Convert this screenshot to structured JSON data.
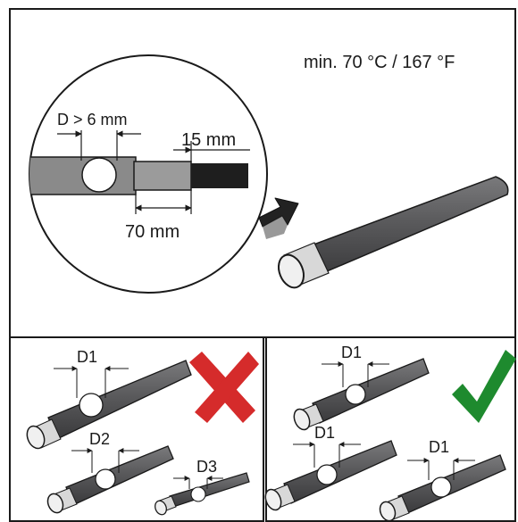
{
  "top_panel": {
    "temperature": "min. 70 °C / 167 °F",
    "detail": {
      "diameter": "D > 6 mm",
      "strip_short": "15 mm",
      "strip_long": "70 mm"
    }
  },
  "wrong_panel": {
    "labels": [
      "D1",
      "D2",
      "D3"
    ],
    "mark_icon": "red-cross-icon"
  },
  "right_panel": {
    "labels": [
      "D1",
      "D1",
      "D1"
    ],
    "mark_icon": "green-check-icon"
  },
  "colors": {
    "cable": "#5a5a5c",
    "cable_dark": "#2e2e30",
    "conductor": "#ececec",
    "insulation": "#9b9b9b",
    "stripped": "#1e1e1e",
    "cross": "#d52b2b",
    "check": "#1e8a2e"
  }
}
